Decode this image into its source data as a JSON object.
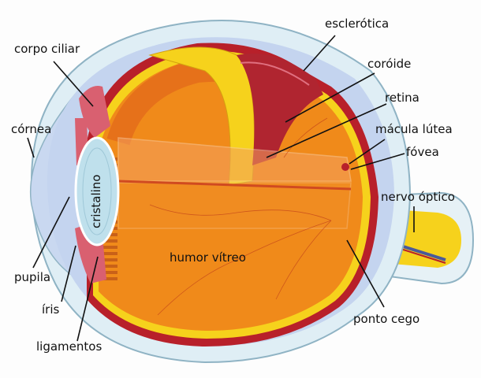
{
  "diagram": {
    "type": "eye-anatomy-cross-section",
    "colors": {
      "sclera": "#dfeef5",
      "sclera_outline": "#8fb3c4",
      "choroid": "#b8202a",
      "retina": "#f6d21c",
      "vitreous": "#f08a1a",
      "vitreous_dark": "#d9531a",
      "lens": "#bfe0ec",
      "cornea": "#c9d8f0",
      "iris": "#d96070",
      "nerve": "#f6d21c"
    },
    "labels": [
      {
        "id": "corpo-ciliar",
        "text": "corpo ciliar"
      },
      {
        "id": "cornea",
        "text": "córnea"
      },
      {
        "id": "cristalino",
        "text": "cristalino"
      },
      {
        "id": "pupila",
        "text": "pupila"
      },
      {
        "id": "iris",
        "text": "íris"
      },
      {
        "id": "ligamentos",
        "text": "ligamentos"
      },
      {
        "id": "humor-vitreo",
        "text": "humor vítreo"
      },
      {
        "id": "esclerotica",
        "text": "esclerótica"
      },
      {
        "id": "coroide",
        "text": "coróide"
      },
      {
        "id": "retina",
        "text": "retina"
      },
      {
        "id": "macula-lutea",
        "text": "mácula lútea"
      },
      {
        "id": "fovea",
        "text": "fóvea"
      },
      {
        "id": "nervo-optico",
        "text": "nervo óptico"
      },
      {
        "id": "ponto-cego",
        "text": "ponto cego"
      }
    ]
  }
}
